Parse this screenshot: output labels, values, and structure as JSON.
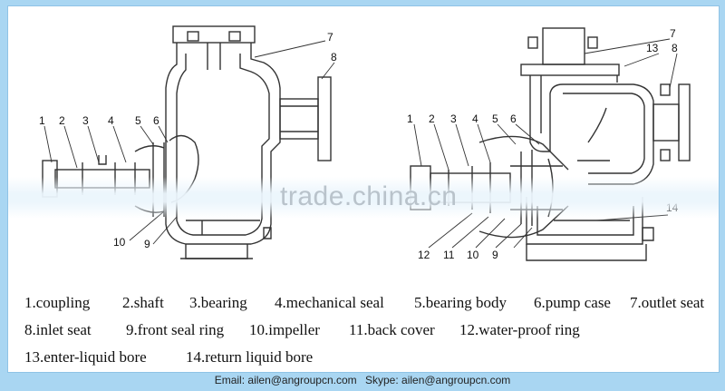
{
  "watermark": "trade.china.cn",
  "left_diagram_numbers": [
    "1",
    "2",
    "3",
    "4",
    "5",
    "6",
    "7",
    "8",
    "9",
    "10"
  ],
  "right_diagram_numbers": [
    "1",
    "2",
    "3",
    "4",
    "5",
    "6",
    "7",
    "13",
    "8",
    "14",
    "12",
    "11",
    "10",
    "9"
  ],
  "legend": [
    [
      "1.coupling",
      "2.shaft",
      "3.bearing",
      "4.mechanical seal",
      "5.bearing body",
      "6.pump case",
      "7.outlet seat"
    ],
    [
      "8.inlet seat",
      "9.front seal ring",
      "10.impeller",
      "11.back cover",
      "12.water-proof ring"
    ],
    [
      "13.enter-liquid bore",
      "14.return liquid bore"
    ]
  ],
  "footer": {
    "email": "Email: ailen@angroupcn.com",
    "skype": "Skype: ailen@angroupcn.com"
  },
  "colors": {
    "background": "#a9d6f2",
    "line": "#333333"
  }
}
